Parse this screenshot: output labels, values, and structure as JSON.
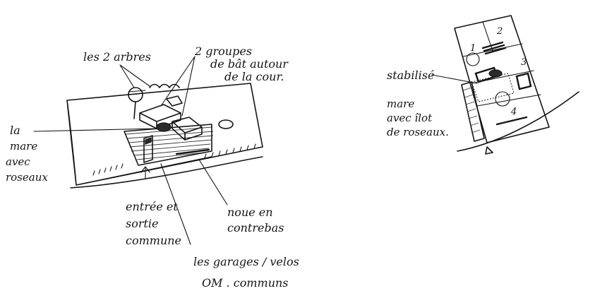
{
  "left_sketch": {
    "labels": {
      "trees": "les 2 arbres",
      "groups_line1": "2 groupes",
      "groups_line2": "de bât autour",
      "groups_line3": "de la cour.",
      "pond_line1": "la",
      "pond_line2": "mare",
      "pond_line3": "avec",
      "pond_line4": "roseaux",
      "entry_line1": "entrée et",
      "entry_line2": "sortie",
      "entry_line3": "commune",
      "bank_line1": "noue en",
      "bank_line2": "contrebas",
      "garages_line1": "les garages / velos",
      "garages_line2": "OM . communs"
    }
  },
  "right_sketch": {
    "plot_numbers": [
      "1",
      "2",
      "3",
      "4"
    ],
    "labels": {
      "stabilise": "stabilisé",
      "pond_line1": "mare",
      "pond_line2": "avec îlot",
      "pond_line3": "de roseaux."
    }
  },
  "colors": {
    "ink": "#141414",
    "paper": "#ffffff"
  }
}
